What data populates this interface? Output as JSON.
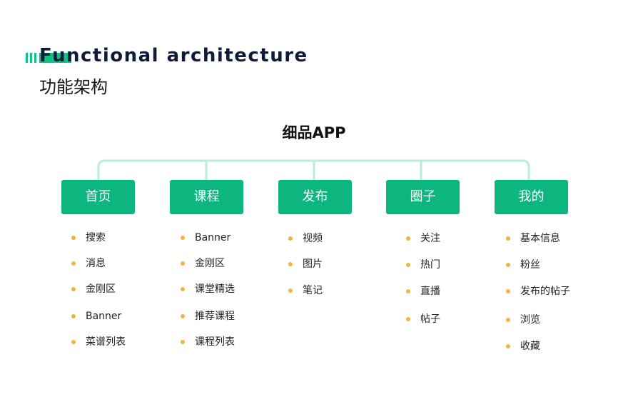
{
  "header": {
    "title_en": "Functional architecture",
    "title_cn": "功能架构"
  },
  "colors": {
    "module_fill": "#0db67e",
    "connector": "#b9ecd9",
    "bullet": "#f3b33c",
    "accent": "#12c184"
  },
  "diagram": {
    "root": "细品APP",
    "modules": [
      {
        "label": "首页",
        "items": [
          "搜索",
          "消息",
          "金刚区",
          "Banner",
          "菜谱列表"
        ]
      },
      {
        "label": "课程",
        "items": [
          "Banner",
          "金刚区",
          "课堂精选",
          "推荐课程",
          "课程列表"
        ]
      },
      {
        "label": "发布",
        "items": [
          "视频",
          "图片",
          "笔记"
        ]
      },
      {
        "label": "圈子",
        "items": [
          "关注",
          "热门",
          "直播",
          "帖子"
        ]
      },
      {
        "label": "我的",
        "items": [
          "基本信息",
          "粉丝",
          "发布的帖子",
          "浏览",
          "收藏"
        ]
      }
    ]
  }
}
